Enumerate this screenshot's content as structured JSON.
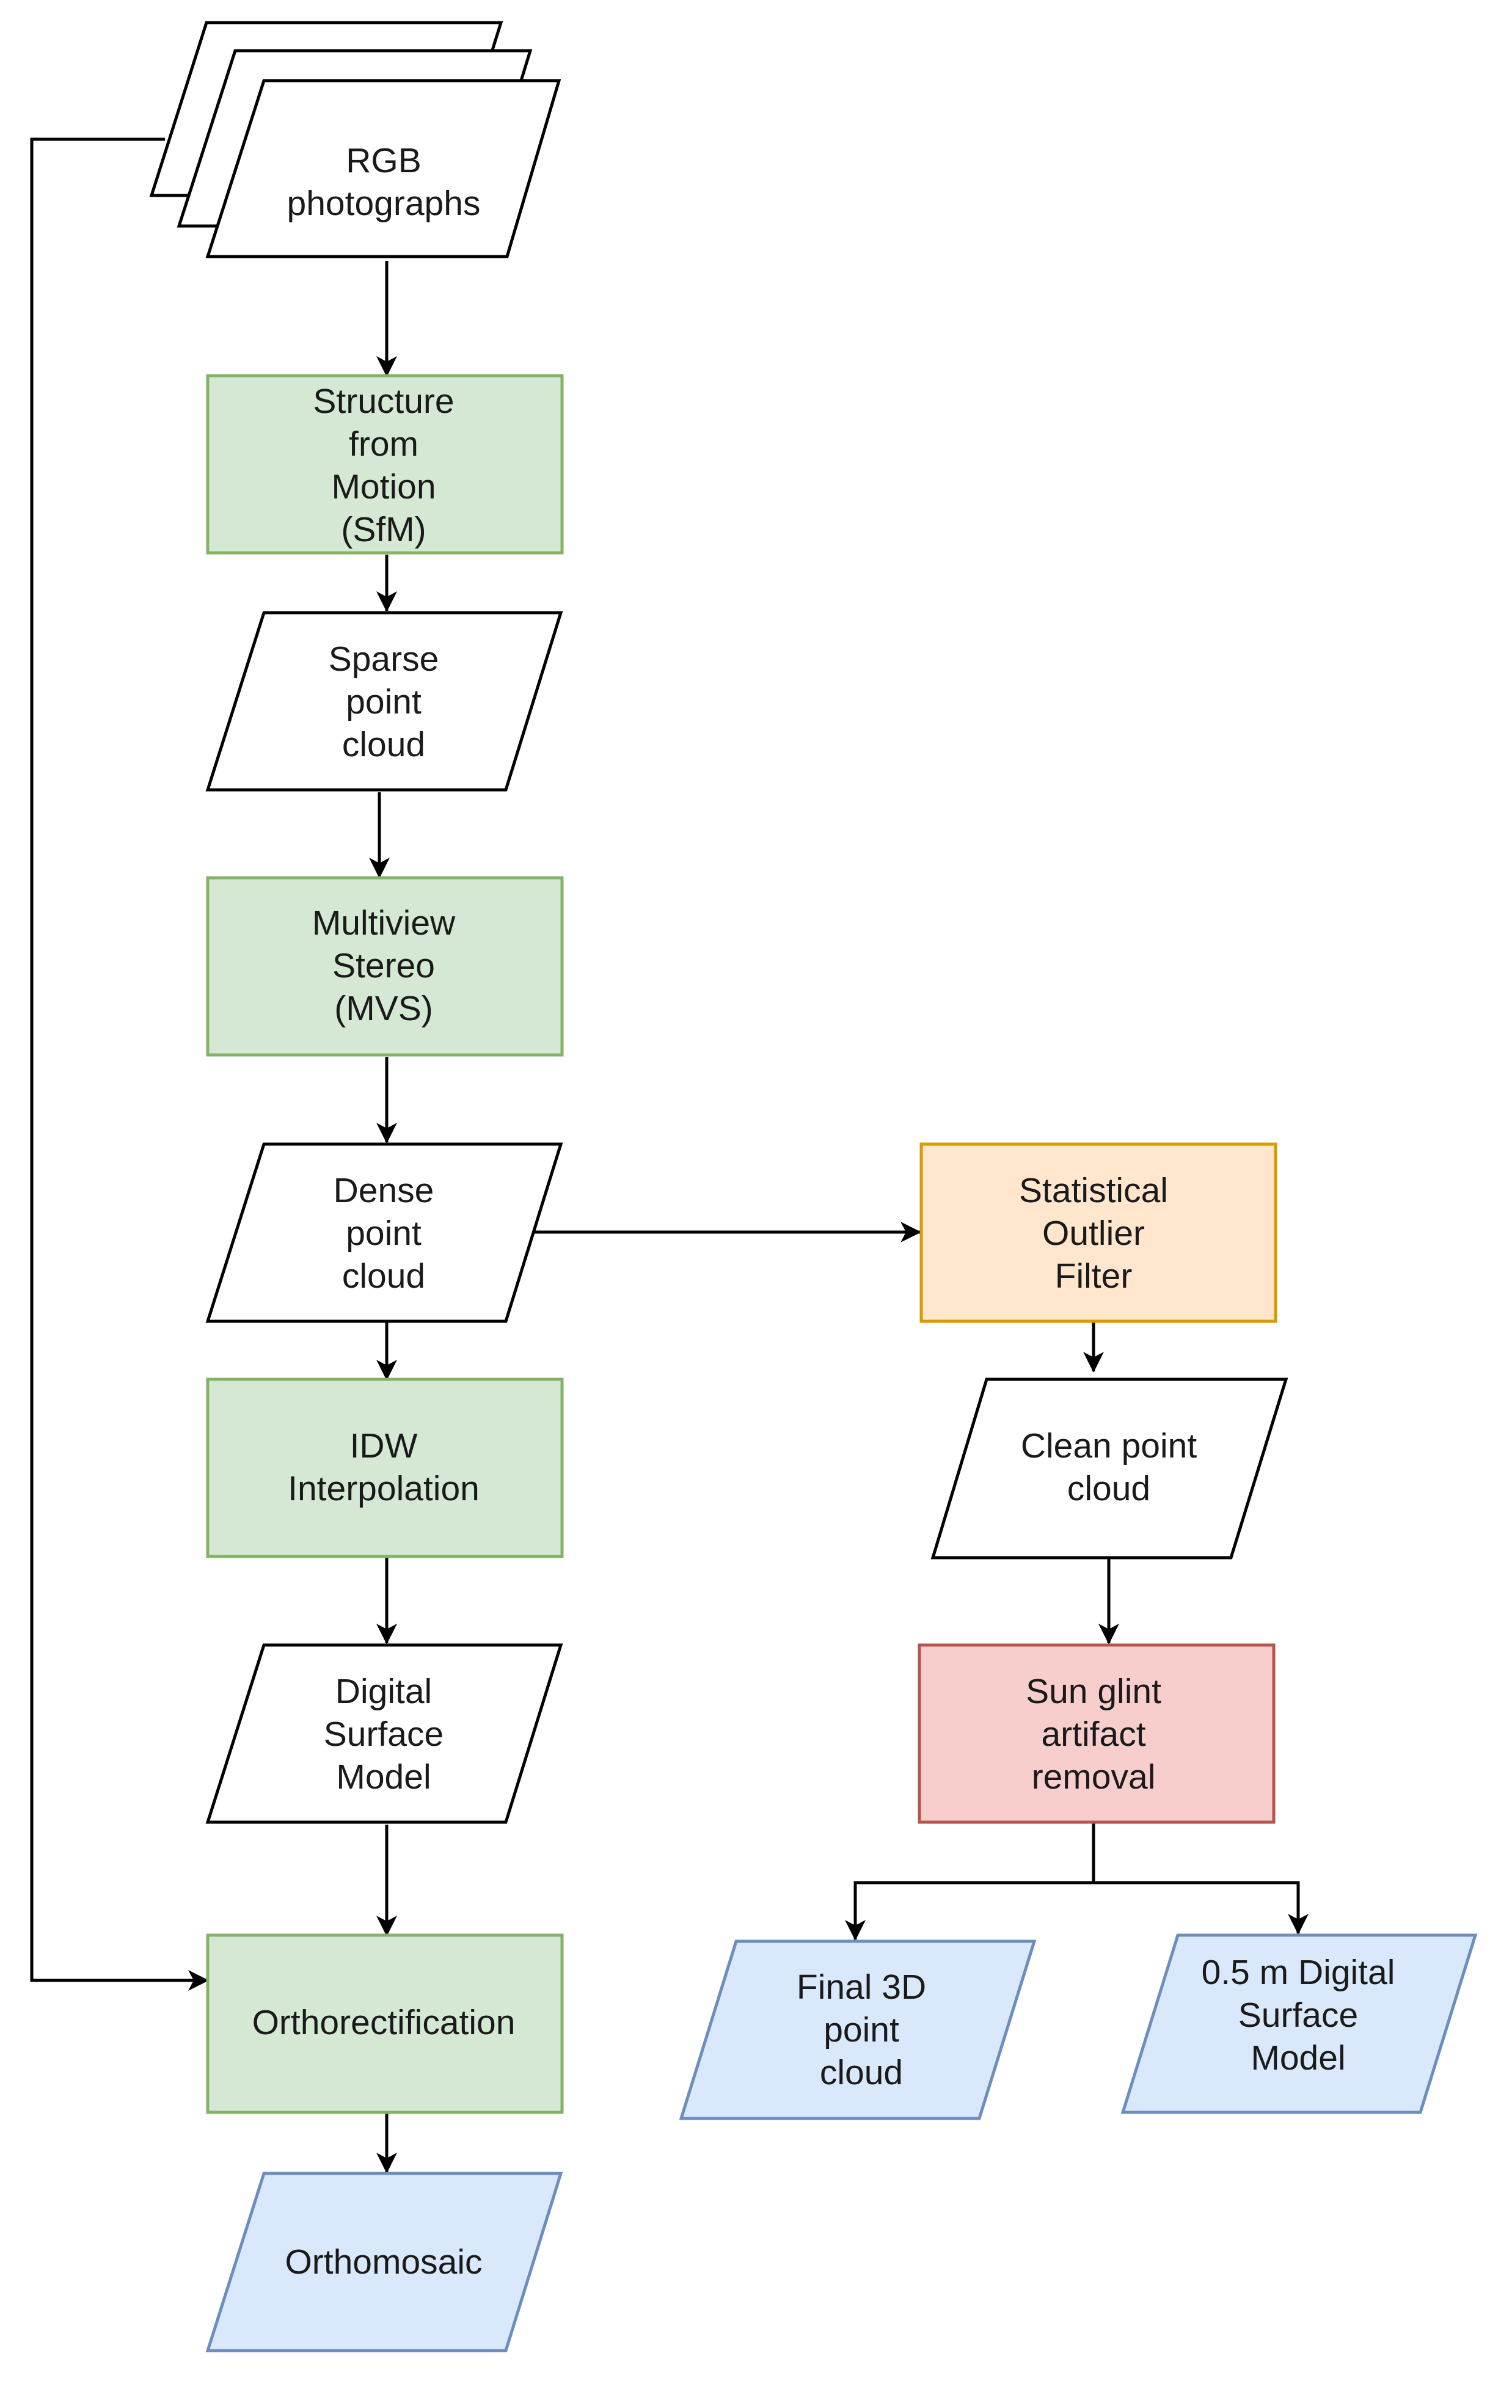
{
  "colors": {
    "process_fill": "#d5e8d4",
    "process_stroke": "#82b366",
    "filter_fill": "#ffe6cc",
    "filter_stroke": "#d79b00",
    "removal_fill": "#f8cecc",
    "removal_stroke": "#b85450",
    "output_fill": "#dae8fc",
    "output_stroke": "#6c8ebf",
    "data_fill": "#ffffff",
    "data_stroke": "#000000"
  },
  "nodes": {
    "rgb_photographs": [
      "RGB",
      "photographs"
    ],
    "sfm": [
      "Structure",
      "from",
      "Motion",
      "(SfM)"
    ],
    "sparse_point_cloud": [
      "Sparse",
      "point",
      "cloud"
    ],
    "mvs": [
      "Multiview",
      "Stereo",
      "(MVS)"
    ],
    "dense_point_cloud": [
      "Dense",
      "point",
      "cloud"
    ],
    "idw_interpolation": [
      "IDW",
      "Interpolation"
    ],
    "digital_surface_model": [
      "Digital",
      "Surface",
      "Model"
    ],
    "orthorectification": [
      "Orthorectification"
    ],
    "orthomosaic": [
      "Orthomosaic"
    ],
    "statistical_outlier_filter": [
      "Statistical",
      "Outlier",
      "Filter"
    ],
    "clean_point_cloud": [
      "Clean point",
      "cloud"
    ],
    "sun_glint_removal": [
      "Sun glint",
      "artifact",
      "removal"
    ],
    "final_3d_point_cloud": [
      "Final 3D",
      "point",
      "cloud"
    ],
    "dsm_05m": [
      "0.5 m Digital",
      "Surface",
      "Model"
    ]
  }
}
